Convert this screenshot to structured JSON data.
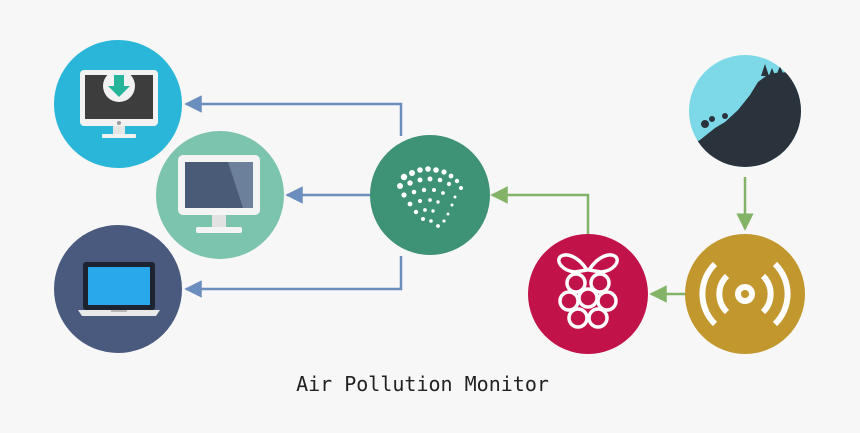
{
  "diagram": {
    "caption": "Air Pollution Monitor",
    "nodes": [
      {
        "id": "download-monitor",
        "icon": "download-monitor-icon",
        "color": "#29b6d8"
      },
      {
        "id": "desktop-monitor",
        "icon": "desktop-monitor-icon",
        "color": "#7cc4ae"
      },
      {
        "id": "laptop",
        "icon": "laptop-icon",
        "color": "#4a5a7e"
      },
      {
        "id": "iota",
        "icon": "iota-logo-icon",
        "color": "#3e9276"
      },
      {
        "id": "raspberry-pi",
        "icon": "raspberry-pi-icon",
        "color": "#c2124a"
      },
      {
        "id": "sensor",
        "icon": "wireless-sensor-icon",
        "color": "#c1972e"
      },
      {
        "id": "environment",
        "icon": "mountain-icon",
        "color": "#7dd9e8"
      }
    ],
    "edges": [
      {
        "from": "sensor",
        "to": "raspberry-pi",
        "color": "#82b366"
      },
      {
        "from": "environment",
        "to": "sensor",
        "color": "#82b366"
      },
      {
        "from": "raspberry-pi",
        "to": "iota",
        "color": "#82b366"
      },
      {
        "from": "iota",
        "to": "download-monitor",
        "color": "#6c8ebf"
      },
      {
        "from": "iota",
        "to": "desktop-monitor",
        "color": "#6c8ebf"
      },
      {
        "from": "iota",
        "to": "laptop",
        "color": "#6c8ebf"
      }
    ]
  }
}
